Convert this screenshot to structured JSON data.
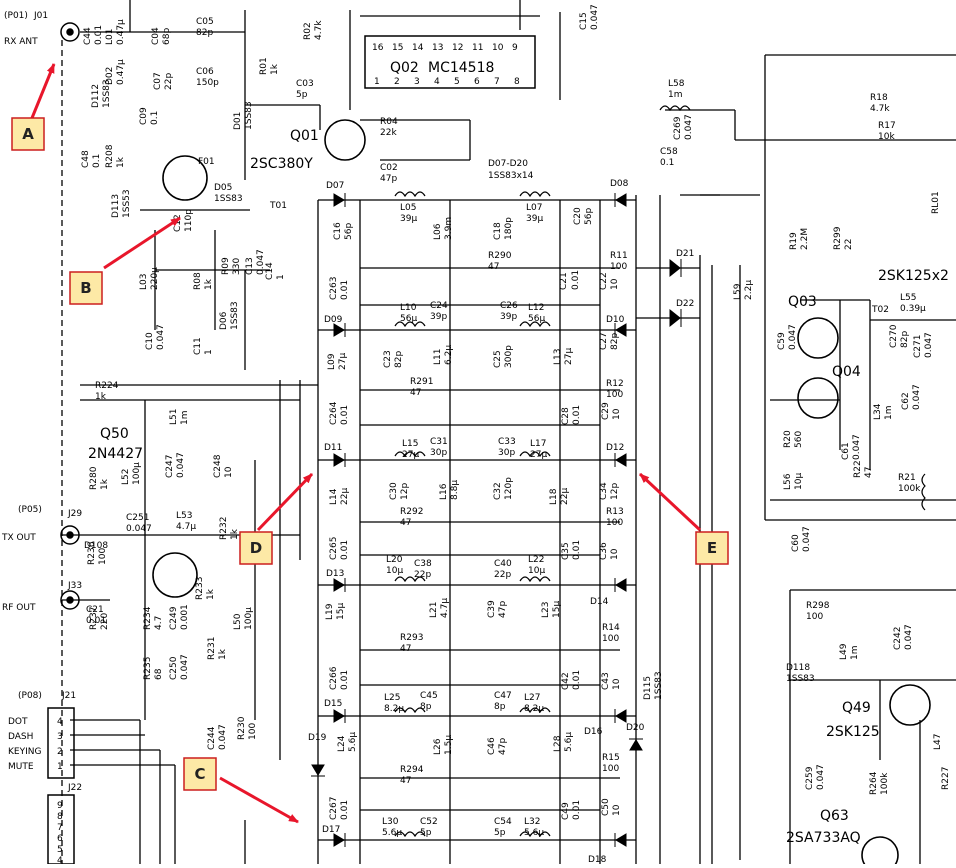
{
  "colors": {
    "wire": "#000000",
    "arrow": "#e8162b",
    "callout_fill": "#fde9a6",
    "callout_stroke": "#cc1f1f"
  },
  "jacks": {
    "rx_ant": {
      "id": "(P01)",
      "ref": "J01",
      "label": "RX ANT"
    },
    "tx_out": {
      "id": "(P05)",
      "ref": "J29",
      "label": "TX OUT"
    },
    "rf_out": {
      "ref": "J33",
      "label": "RF OUT"
    },
    "keying": {
      "id": "(P08)",
      "ref": "J21"
    },
    "j22": {
      "ref": "J22"
    }
  },
  "keying_pins": [
    {
      "pin": "4",
      "label": "DOT"
    },
    {
      "pin": "3",
      "label": "DASH"
    },
    {
      "pin": "2",
      "label": "KEYING"
    },
    {
      "pin": "1",
      "label": "MUTE"
    }
  ],
  "j22_pins": [
    "9",
    "8",
    "7",
    "6",
    "5",
    "4",
    "3"
  ],
  "ic": {
    "ref": "Q02",
    "part": "MC14518",
    "pins_top": [
      "16",
      "15",
      "14",
      "13",
      "12",
      "11",
      "10",
      "9"
    ],
    "pins_bottom": [
      "1",
      "2",
      "3",
      "4",
      "5",
      "6",
      "7",
      "8"
    ]
  },
  "transistors": [
    {
      "ref": "Q01",
      "part": "2SC380Y"
    },
    {
      "ref": "Q50",
      "part": "2N4427"
    },
    {
      "ref": "Q03",
      "part": "2SK125x2"
    },
    {
      "ref": "Q04",
      "part": ""
    },
    {
      "ref": "Q49",
      "part": "2SK125"
    },
    {
      "ref": "Q63",
      "part": "2SA733AQ"
    }
  ],
  "filter_bank_note": {
    "diodes": "D07-D20",
    "part": "1SS83x14"
  },
  "components": [
    {
      "ref": "C05",
      "value": "82p"
    },
    {
      "ref": "C44",
      "value": "0.01"
    },
    {
      "ref": "L01",
      "value": "0.47μ"
    },
    {
      "ref": "C04",
      "value": "68p"
    },
    {
      "ref": "C06",
      "value": "150p"
    },
    {
      "ref": "D02",
      "value": "0.47μ"
    },
    {
      "ref": "C07",
      "value": "22p"
    },
    {
      "ref": "D112",
      "value": "1SS83"
    },
    {
      "ref": "C09",
      "value": "0.1"
    },
    {
      "ref": "R02",
      "value": "4.7k"
    },
    {
      "ref": "R01",
      "value": "1k"
    },
    {
      "ref": "C03",
      "value": "5p"
    },
    {
      "ref": "R04",
      "value": "22k"
    },
    {
      "ref": "C02",
      "value": "47p"
    },
    {
      "ref": "D01",
      "value": "1SS83"
    },
    {
      "ref": "F01",
      "value": ""
    },
    {
      "ref": "C48",
      "value": "0.1"
    },
    {
      "ref": "R208",
      "value": "1k"
    },
    {
      "ref": "D113",
      "value": "1SS53"
    },
    {
      "ref": "C12",
      "value": "110p"
    },
    {
      "ref": "D05",
      "value": "1SS83"
    },
    {
      "ref": "T01",
      "value": ""
    },
    {
      "ref": "L03",
      "value": "220μ"
    },
    {
      "ref": "R08",
      "value": "1k"
    },
    {
      "ref": "R09",
      "value": "330"
    },
    {
      "ref": "C13",
      "value": "0.047"
    },
    {
      "ref": "C14",
      "value": "1"
    },
    {
      "ref": "D06",
      "value": "1SS83"
    },
    {
      "ref": "C10",
      "value": "0.047"
    },
    {
      "ref": "C11",
      "value": "1"
    },
    {
      "ref": "R224",
      "value": "1k"
    },
    {
      "ref": "L51",
      "value": "1m"
    },
    {
      "ref": "R280",
      "value": "1k"
    },
    {
      "ref": "L52",
      "value": "100μ"
    },
    {
      "ref": "C247",
      "value": "0.047"
    },
    {
      "ref": "C248",
      "value": "10"
    },
    {
      "ref": "C251",
      "value": "0.047"
    },
    {
      "ref": "L53",
      "value": "4.7μ"
    },
    {
      "ref": "R232",
      "value": "1k"
    },
    {
      "ref": "D108",
      "value": ""
    },
    {
      "ref": "R236",
      "value": "100"
    },
    {
      "ref": "C21",
      "value": "0.01"
    },
    {
      "ref": "R237",
      "value": "220"
    },
    {
      "ref": "R234",
      "value": "4.7"
    },
    {
      "ref": "C249",
      "value": "0.001"
    },
    {
      "ref": "R233",
      "value": "1k"
    },
    {
      "ref": "R235",
      "value": "68"
    },
    {
      "ref": "C250",
      "value": "0.047"
    },
    {
      "ref": "R231",
      "value": "1k"
    },
    {
      "ref": "L50",
      "value": "100μ"
    },
    {
      "ref": "C244",
      "value": "0.047"
    },
    {
      "ref": "R230",
      "value": "100"
    },
    {
      "ref": "L05",
      "value": "39μ"
    },
    {
      "ref": "L07",
      "value": "39μ"
    },
    {
      "ref": "C16",
      "value": "56p"
    },
    {
      "ref": "L06",
      "value": "3.9m"
    },
    {
      "ref": "C18",
      "value": "180p"
    },
    {
      "ref": "C20",
      "value": "56p"
    },
    {
      "ref": "R290",
      "value": "47"
    },
    {
      "ref": "R11",
      "value": "100"
    },
    {
      "ref": "C263",
      "value": "0.01"
    },
    {
      "ref": "C21",
      "value": "0.01"
    },
    {
      "ref": "C22",
      "value": "10"
    },
    {
      "ref": "L10",
      "value": "56μ"
    },
    {
      "ref": "C24",
      "value": "39p"
    },
    {
      "ref": "C26",
      "value": "39p"
    },
    {
      "ref": "L12",
      "value": "56μ"
    },
    {
      "ref": "L09",
      "value": "27μ"
    },
    {
      "ref": "C23",
      "value": "82p"
    },
    {
      "ref": "L11",
      "value": "6.2μ"
    },
    {
      "ref": "C25",
      "value": "300p"
    },
    {
      "ref": "L13",
      "value": "27μ"
    },
    {
      "ref": "C27",
      "value": "82p"
    },
    {
      "ref": "R291",
      "value": "47"
    },
    {
      "ref": "R12",
      "value": "100"
    },
    {
      "ref": "C264",
      "value": "0.01"
    },
    {
      "ref": "C28",
      "value": "0.01"
    },
    {
      "ref": "C29",
      "value": "10"
    },
    {
      "ref": "L15",
      "value": "27μ"
    },
    {
      "ref": "C31",
      "value": "30p"
    },
    {
      "ref": "C33",
      "value": "30p"
    },
    {
      "ref": "L17",
      "value": "27μ"
    },
    {
      "ref": "L14",
      "value": "22μ"
    },
    {
      "ref": "C30",
      "value": "12p"
    },
    {
      "ref": "L16",
      "value": "8.8μ"
    },
    {
      "ref": "C32",
      "value": "120p"
    },
    {
      "ref": "L18",
      "value": "22μ"
    },
    {
      "ref": "C34",
      "value": "12p"
    },
    {
      "ref": "R292",
      "value": "47"
    },
    {
      "ref": "R13",
      "value": "100"
    },
    {
      "ref": "C265",
      "value": "0.01"
    },
    {
      "ref": "C35",
      "value": "0.01"
    },
    {
      "ref": "C36",
      "value": "10"
    },
    {
      "ref": "L20",
      "value": "10μ"
    },
    {
      "ref": "C38",
      "value": "22p"
    },
    {
      "ref": "C40",
      "value": "22p"
    },
    {
      "ref": "L22",
      "value": "10μ"
    },
    {
      "ref": "L19",
      "value": "15μ"
    },
    {
      "ref": "L21",
      "value": "4.7μ"
    },
    {
      "ref": "C39",
      "value": "47p"
    },
    {
      "ref": "L23",
      "value": "15μ"
    },
    {
      "ref": "R293",
      "value": "47"
    },
    {
      "ref": "R14",
      "value": "100"
    },
    {
      "ref": "C266",
      "value": "0.01"
    },
    {
      "ref": "C42",
      "value": "0.01"
    },
    {
      "ref": "C43",
      "value": "10"
    },
    {
      "ref": "D115",
      "value": "1SS83"
    },
    {
      "ref": "L25",
      "value": "8.2μ"
    },
    {
      "ref": "C45",
      "value": "8p"
    },
    {
      "ref": "C47",
      "value": "8p"
    },
    {
      "ref": "L27",
      "value": "8.2μ"
    },
    {
      "ref": "L24",
      "value": "5.6μ"
    },
    {
      "ref": "L26",
      "value": "1.5μ"
    },
    {
      "ref": "C46",
      "value": "47p"
    },
    {
      "ref": "L28",
      "value": "5.6μ"
    },
    {
      "ref": "R294",
      "value": "47"
    },
    {
      "ref": "R15",
      "value": "100"
    },
    {
      "ref": "C267",
      "value": "0.01"
    },
    {
      "ref": "C49",
      "value": "0.01"
    },
    {
      "ref": "C50",
      "value": "10"
    },
    {
      "ref": "L30",
      "value": "5.6μ"
    },
    {
      "ref": "C52",
      "value": "5p"
    },
    {
      "ref": "C54",
      "value": "5p"
    },
    {
      "ref": "L32",
      "value": "5.6μ"
    },
    {
      "ref": "L58",
      "value": "1m"
    },
    {
      "ref": "C269",
      "value": "0.047"
    },
    {
      "ref": "C58",
      "value": "0.1"
    },
    {
      "ref": "L59",
      "value": "2.2μ"
    },
    {
      "ref": "R18",
      "value": "4.7k"
    },
    {
      "ref": "R17",
      "value": "10k"
    },
    {
      "ref": "RL01",
      "value": ""
    },
    {
      "ref": "R19",
      "value": "2.2M"
    },
    {
      "ref": "R299",
      "value": "22"
    },
    {
      "ref": "L55",
      "value": "0.39μ"
    },
    {
      "ref": "T02",
      "value": ""
    },
    {
      "ref": "C59",
      "value": "0.047"
    },
    {
      "ref": "C270",
      "value": "82p"
    },
    {
      "ref": "C271",
      "value": "0.047"
    },
    {
      "ref": "R20",
      "value": "560"
    },
    {
      "ref": "L56",
      "value": "10μ"
    },
    {
      "ref": "C61",
      "value": "0.047"
    },
    {
      "ref": "R22",
      "value": "47"
    },
    {
      "ref": "L34",
      "value": "1m"
    },
    {
      "ref": "C62",
      "value": "0.047"
    },
    {
      "ref": "R21",
      "value": "100k"
    },
    {
      "ref": "C60",
      "value": "0.047"
    },
    {
      "ref": "R298",
      "value": "100"
    },
    {
      "ref": "L49",
      "value": "1m"
    },
    {
      "ref": "C242",
      "value": "0.047"
    },
    {
      "ref": "D118",
      "value": "1SS83"
    },
    {
      "ref": "C259",
      "value": "0.047"
    },
    {
      "ref": "R264",
      "value": "100k"
    },
    {
      "ref": "R227",
      "value": ""
    },
    {
      "ref": "L47",
      "value": ""
    },
    {
      "ref": "C15",
      "value": "0.047"
    }
  ],
  "diodes": [
    "D07",
    "D08",
    "D09",
    "D10",
    "D11",
    "D12",
    "D13",
    "D14",
    "D15",
    "D16",
    "D17",
    "D18",
    "D19",
    "D20",
    "D21",
    "D22"
  ],
  "callouts": [
    {
      "letter": "A"
    },
    {
      "letter": "B"
    },
    {
      "letter": "C"
    },
    {
      "letter": "D"
    },
    {
      "letter": "E"
    }
  ]
}
